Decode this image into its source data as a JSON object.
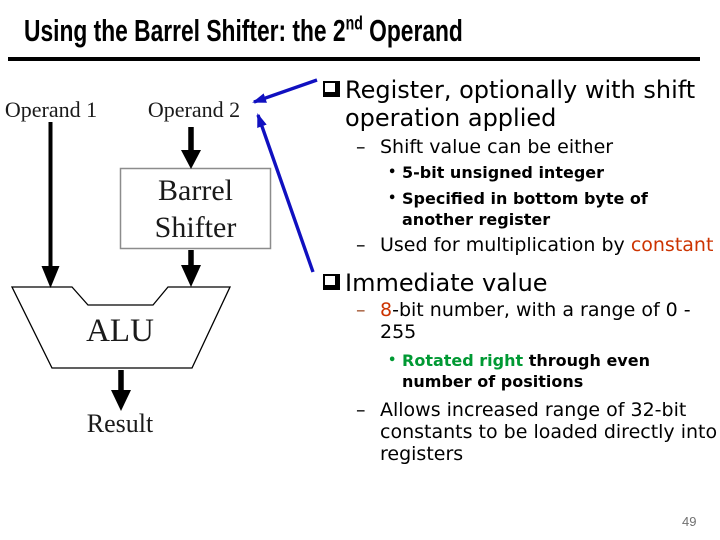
{
  "title": {
    "text_before_sup": "Using the Barrel Shifter: the 2",
    "sup": "nd",
    "text_after_sup": " Operand"
  },
  "page_number": "49",
  "colors": {
    "red": "#cc3300",
    "green": "#009933",
    "brown": "#a0522d",
    "blue": "#1010c0"
  },
  "bullets": {
    "dash_glyph": "–",
    "dot_glyph": "•"
  },
  "diagram": {
    "operand1_label": "Operand 1",
    "operand2_label": "Operand 2",
    "barrel_shifter_label": "Barrel Shifter",
    "alu_label": "ALU",
    "result_label": "Result"
  },
  "content": {
    "items": [
      {
        "level": 1,
        "segments": [
          [
            "Register, optionally with shift operation applied",
            "default"
          ]
        ]
      },
      {
        "level": 2,
        "segments": [
          [
            "Shift value can be either",
            "default"
          ]
        ]
      },
      {
        "level": 3,
        "segments": [
          [
            "5-bit unsigned integer",
            "default"
          ]
        ]
      },
      {
        "level": 3,
        "segments": [
          [
            "Specified in bottom byte of another register",
            "default"
          ]
        ]
      },
      {
        "level": 2,
        "segments": [
          [
            "Used for multiplication by ",
            "default"
          ],
          [
            "constant",
            "red"
          ]
        ]
      },
      {
        "level": 1,
        "segments": [
          [
            "Immediate value",
            "default"
          ]
        ]
      },
      {
        "level": 2,
        "bullet_color": "brown",
        "segments": [
          [
            "8",
            "red"
          ],
          [
            "-bit number, with a range of 0 - 255",
            "default"
          ]
        ]
      },
      {
        "level": 3,
        "bullet_color": "green",
        "segments": [
          [
            "Rotated right",
            "green"
          ],
          [
            " through even number of positions",
            "default"
          ]
        ]
      },
      {
        "level": 2,
        "segments": [
          [
            "Allows increased range of 32-bit constants to be loaded directly into registers",
            "default"
          ]
        ]
      }
    ]
  }
}
